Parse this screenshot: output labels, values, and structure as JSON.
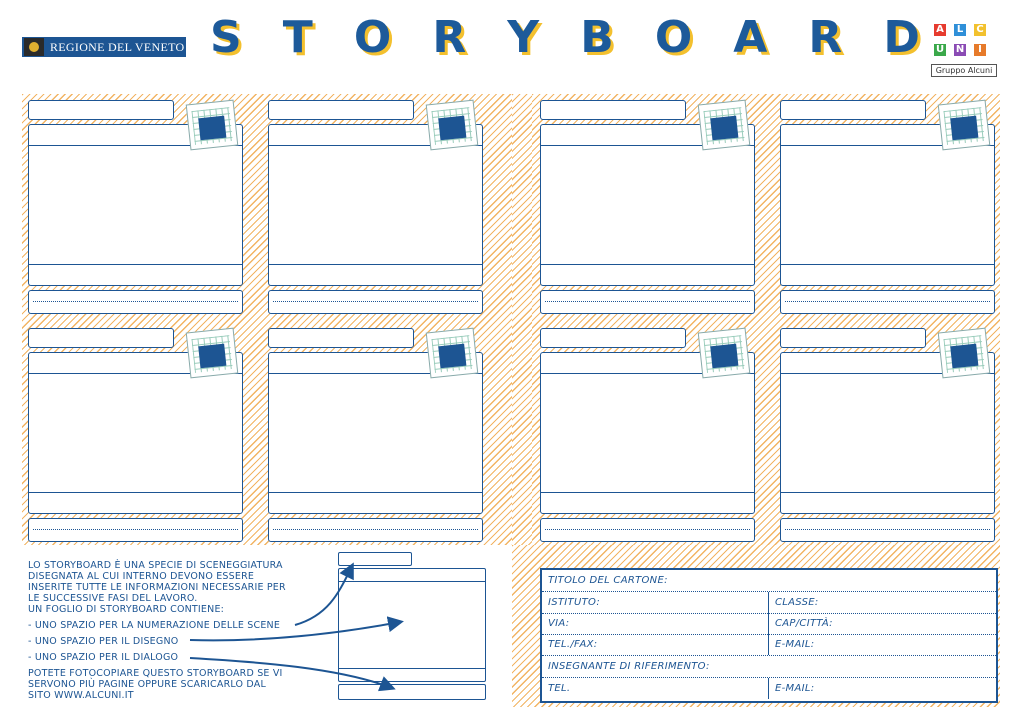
{
  "header": {
    "region_label": "REGIONE DEL VENETO",
    "title_letters": [
      "S",
      "T",
      "O",
      "R",
      "Y",
      "B",
      "O",
      "A",
      "R",
      "D"
    ],
    "logo_letters": [
      "A",
      "L",
      "C",
      "U",
      "N",
      "I"
    ],
    "logo_caption": "Gruppo Alcuni",
    "logo_colors": [
      "#e63b2e",
      "#2f8fd8",
      "#f2c12e",
      "#3aa84a",
      "#8a4bb4",
      "#e67a2a"
    ]
  },
  "info": {
    "lines": [
      "Lo storyboard è una specie di sceneggiatura",
      "disegnata al cui interno devono essere",
      "inserite tutte le informazioni necessarie per",
      "le successive fasi del lavoro.",
      "Un foglio di storyboard contiene:",
      "",
      "- uno spazio per la numerazione delle scene",
      "",
      "- uno spazio per il disegno",
      "",
      "- uno spazio per il dialogo",
      "",
      "Potete fotocopiare questo storyboard se vi",
      "servono più pagine oppure scaricarlo dal",
      "sito www.alcuni.it"
    ]
  },
  "form": {
    "titolo": "Titolo del cartone:",
    "istituto": "Istituto:",
    "classe": "Classe:",
    "via": "Via:",
    "cap": "Cap/Città:",
    "tel_fax": "Tel./Fax:",
    "email1": "E-mail:",
    "insegnante": "Insegnante di riferimento:",
    "tel": "Tel.",
    "email2": "E-mail:"
  },
  "colors": {
    "primary": "#1d5593",
    "title_shadow": "#f3c02e",
    "hatch": "#f2b463"
  }
}
